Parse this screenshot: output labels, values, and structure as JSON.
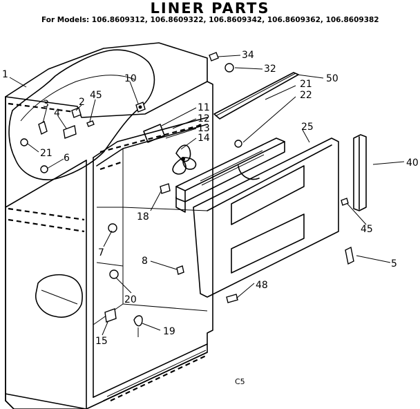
{
  "title": "LINER PARTS",
  "subtitle": "For Models: 106.8609312, 106.8609322, 106.8609342, 106.8609362, 106.8609382",
  "footer_code": "C5",
  "callouts": [
    "1",
    "2",
    "3",
    "4",
    "45",
    "21",
    "6",
    "10",
    "11",
    "12",
    "13",
    "14",
    "34",
    "32",
    "50",
    "21",
    "22",
    "25",
    "40",
    "45",
    "5",
    "18",
    "7",
    "8",
    "20",
    "15",
    "19",
    "48"
  ]
}
